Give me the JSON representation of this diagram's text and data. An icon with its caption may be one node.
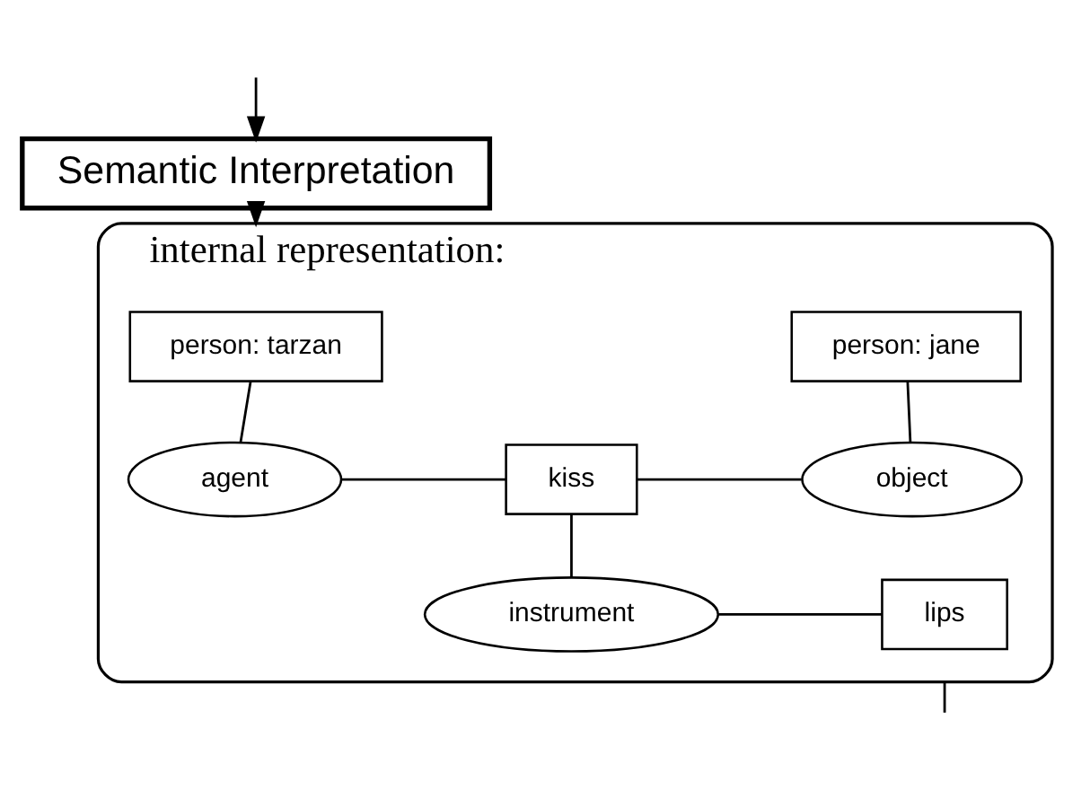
{
  "diagram": {
    "nodes": [
      {
        "text": [
          "Semantic Interpretation"
        ]
      },
      {
        "text": [
          "internal representation:"
        ]
      },
      {
        "text": [
          "person: tarzan"
        ],
        "in": 1
      },
      {
        "text": [
          "person: jane"
        ],
        "in": 1
      },
      {
        "text": [
          "agent"
        ],
        "in": 1
      },
      {
        "text": [
          "kiss"
        ],
        "in": 1
      },
      {
        "text": [
          "object"
        ],
        "in": 1
      },
      {
        "text": [
          "instrument"
        ],
        "in": 1
      },
      {
        "text": [
          "lips"
        ],
        "in": 1
      }
    ],
    "edges": [
      {
        "from": null,
        "to": 0,
        "arrow": "to"
      },
      {
        "from": 0,
        "to": 1,
        "arrow": "to"
      },
      {
        "from": 2,
        "to": 4,
        "arrow": "none"
      },
      {
        "from": 4,
        "to": 5,
        "arrow": "none"
      },
      {
        "from": 5,
        "to": 6,
        "arrow": "none"
      },
      {
        "from": 3,
        "to": 6,
        "arrow": "none"
      },
      {
        "from": 5,
        "to": 7,
        "arrow": "none"
      },
      {
        "from": 7,
        "to": 8,
        "arrow": "none"
      },
      {
        "from": 1,
        "to": null,
        "arrow": "none"
      }
    ]
  }
}
